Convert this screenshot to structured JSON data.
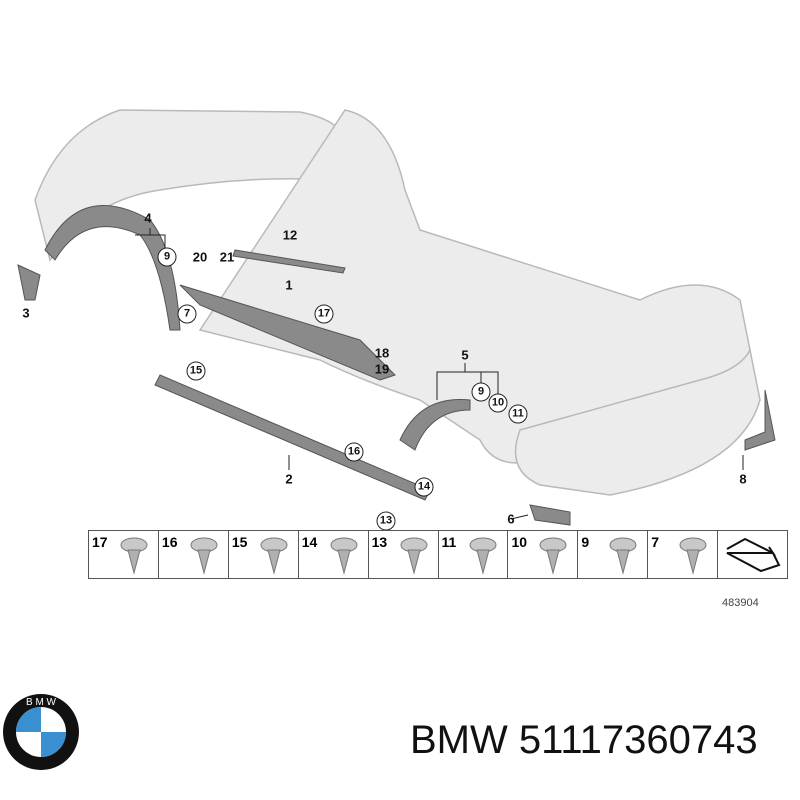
{
  "callouts": [
    {
      "label": "4",
      "circled": false
    },
    {
      "label": "9",
      "circled": true
    },
    {
      "label": "3",
      "circled": false
    },
    {
      "label": "20",
      "circled": false
    },
    {
      "label": "21",
      "circled": false
    },
    {
      "label": "12",
      "circled": false
    },
    {
      "label": "1",
      "circled": false
    },
    {
      "label": "17",
      "circled": true
    },
    {
      "label": "7",
      "circled": true
    },
    {
      "label": "18",
      "circled": false
    },
    {
      "label": "19",
      "circled": false
    },
    {
      "label": "15",
      "circled": true
    },
    {
      "label": "5",
      "circled": false
    },
    {
      "label": "9",
      "circled": true
    },
    {
      "label": "10",
      "circled": true
    },
    {
      "label": "11",
      "circled": true
    },
    {
      "label": "16",
      "circled": true
    },
    {
      "label": "2",
      "circled": false
    },
    {
      "label": "14",
      "circled": true
    },
    {
      "label": "13",
      "circled": true
    },
    {
      "label": "6",
      "circled": false
    },
    {
      "label": "8",
      "circled": false
    }
  ],
  "fastener_strip": [
    "17",
    "16",
    "15",
    "14",
    "13",
    "11",
    "10",
    "9",
    "7"
  ],
  "diagram_code": "483904",
  "brand_logo_text": "BMW",
  "title": "BMW 51117360743",
  "colors": {
    "blue": "#3a8fd0",
    "part_gray": "#8a8a8a",
    "body_light": "#e6e6e6"
  }
}
